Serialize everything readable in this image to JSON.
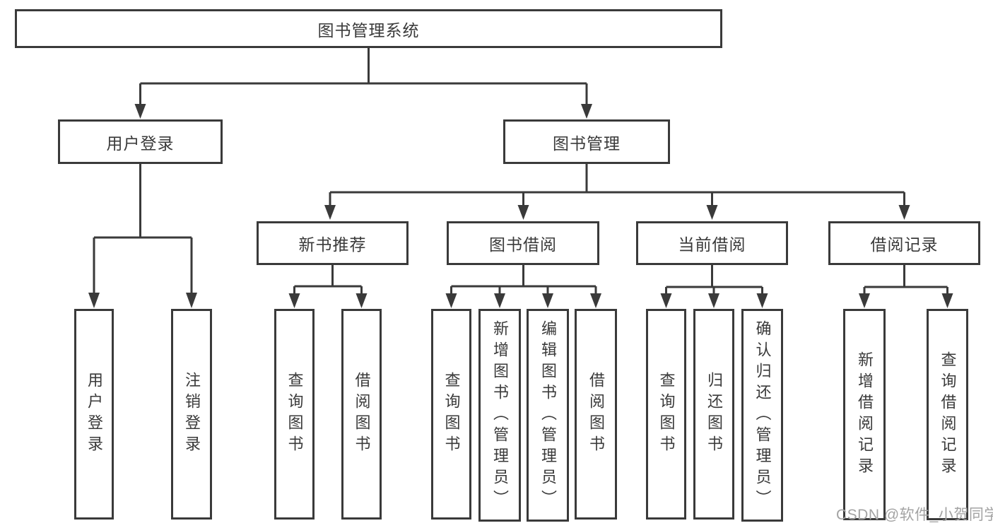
{
  "root": {
    "label": "图书管理系统",
    "children": [
      {
        "label": "用户登录",
        "children": [
          {
            "label": "用户登录"
          },
          {
            "label": "注销登录"
          }
        ]
      },
      {
        "label": "图书管理",
        "children": [
          {
            "label": "新书推荐",
            "children": [
              {
                "label": "查询图书"
              },
              {
                "label": "借阅图书"
              }
            ]
          },
          {
            "label": "图书借阅",
            "children": [
              {
                "label": "查询图书"
              },
              {
                "label": "新增图书（管理员）"
              },
              {
                "label": "编辑图书（管理员）"
              },
              {
                "label": "借阅图书"
              }
            ]
          },
          {
            "label": "当前借阅",
            "children": [
              {
                "label": "查询图书"
              },
              {
                "label": "归还图书"
              },
              {
                "label": "确认归还（管理员）"
              }
            ]
          },
          {
            "label": "借阅记录",
            "children": [
              {
                "label": "新增借阅记录"
              },
              {
                "label": "查询借阅记录"
              }
            ]
          }
        ]
      }
    ]
  },
  "watermark": "CSDN @软件_小贺同学",
  "colors": {
    "line": "#3a3a3a",
    "box_border": "#3a3a3a",
    "text": "#3a3a3a",
    "watermark": "#a3a3a3",
    "background": "#ffffff"
  }
}
